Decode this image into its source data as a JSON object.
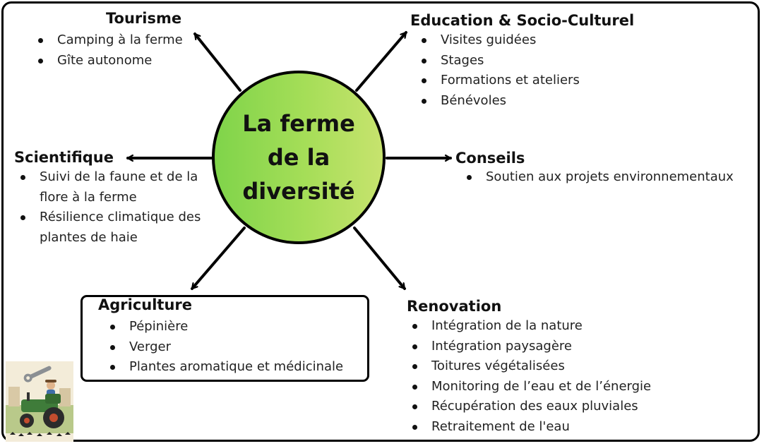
{
  "center": {
    "title": "La ferme de la diversité"
  },
  "sections": {
    "tourisme": {
      "title": "Tourisme",
      "items": [
        "Camping à la ferme",
        "Gîte autonome"
      ]
    },
    "education": {
      "title": "Education & Socio-Culturel",
      "items": [
        "Visites guidées",
        "Stages",
        "Formations et ateliers",
        "Bénévoles"
      ]
    },
    "scientifique": {
      "title": "Scientifique",
      "items": [
        "Suivi de la faune et de la flore à la ferme",
        "Résilience climatique des plantes de haie"
      ]
    },
    "conseils": {
      "title": "Conseils",
      "items": [
        "Soutien aux projets environnementaux"
      ]
    },
    "agriculture": {
      "title": "Agriculture",
      "items": [
        "Pépinière",
        "Verger",
        "Plantes aromatique et médicinale"
      ]
    },
    "renovation": {
      "title": "Renovation",
      "items": [
        "Intégration de la nature",
        "Intégration paysagère",
        "Toitures végétalisées",
        "Monitoring de l’eau et de l’énergie",
        "Récupération des eaux pluviales",
        "Retraitement de l'eau"
      ]
    }
  },
  "colors": {
    "circle_fill_left": "#7fd44a",
    "circle_fill_right": "#c7e36e",
    "stroke": "#000000"
  },
  "illustration": {
    "icon": "farmer-on-tractor-icon"
  }
}
